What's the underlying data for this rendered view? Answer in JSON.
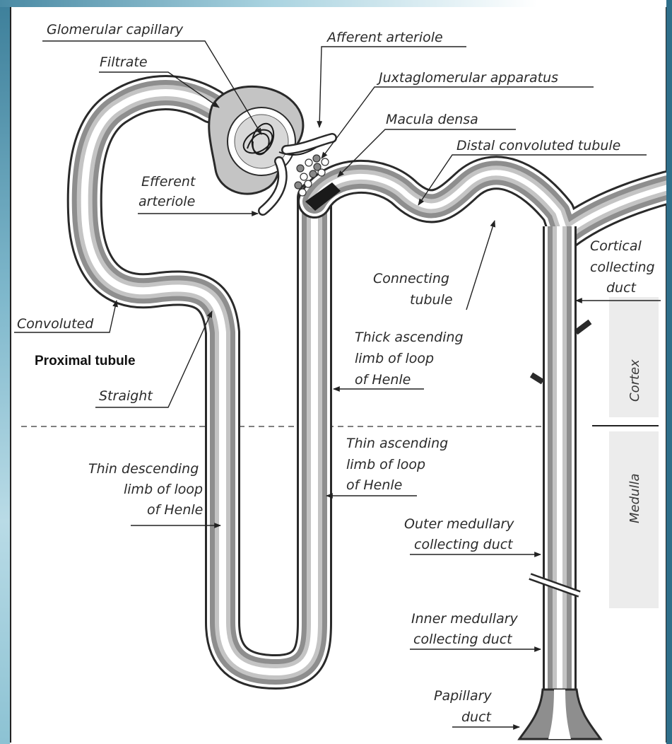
{
  "labels": {
    "glomerular_capillary": "Glomerular capillary",
    "afferent_arteriole": "Afferent arteriole",
    "filtrate": "Filtrate",
    "juxtaglomerular_apparatus": "Juxtaglomerular apparatus",
    "macula_densa": "Macula densa",
    "distal_convoluted_tubule": "Distal convoluted tubule",
    "efferent_line1": "Efferent",
    "efferent_line2": "arteriole",
    "cortical_line1": "Cortical",
    "cortical_line2": "collecting",
    "cortical_line3": "duct",
    "connecting_line1": "Connecting",
    "connecting_line2": "tubule",
    "convoluted": "Convoluted",
    "proximal_tubule": "Proximal tubule",
    "thick_line1": "Thick ascending",
    "thick_line2": "limb of loop",
    "thick_line3": "of Henle",
    "straight": "Straight",
    "thin_asc_line1": "Thin ascending",
    "thin_asc_line2": "limb of loop",
    "thin_asc_line3": "of Henle",
    "thin_desc_line1": "Thin descending",
    "thin_desc_line2": "limb of loop",
    "thin_desc_line3": "of Henle",
    "outer_line1": "Outer medullary",
    "outer_line2": "collecting duct",
    "inner_line1": "Inner medullary",
    "inner_line2": "collecting duct",
    "papillary_line1": "Papillary",
    "papillary_line2": "duct"
  },
  "zones": {
    "cortex": "Cortex",
    "medulla": "Medulla"
  }
}
